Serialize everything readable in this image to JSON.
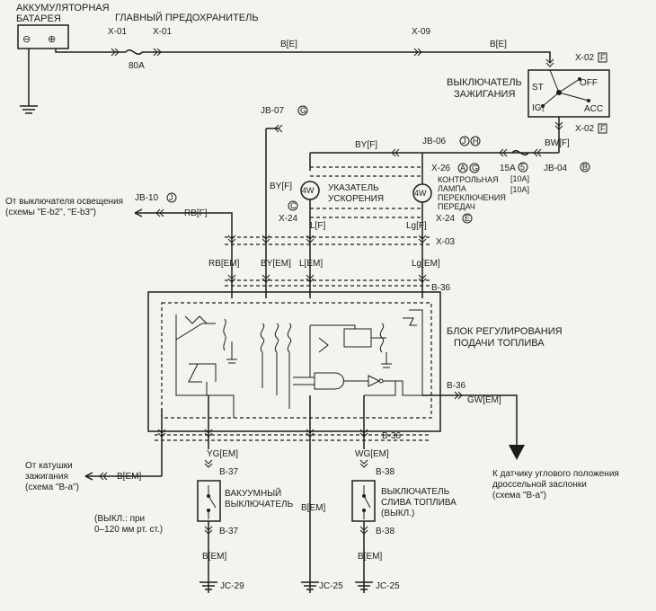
{
  "battery": {
    "label_line1": "АККУМУЛЯТОРНАЯ",
    "label_line2": "БАТАРЕЯ",
    "minus": "⊖",
    "plus": "⊕"
  },
  "main_fuse": {
    "label": "ГЛАВНЫЙ ПРЕДОХРАНИТЕЛЬ",
    "conn_left": "X-01",
    "conn_right": "X-01",
    "rating": "80A"
  },
  "wires": {
    "be_main": "B[E]",
    "be_right": "B[E]",
    "bw_f": "BW[F]",
    "by_f_top": "BY[F]",
    "by_f_vert": "BY[F]",
    "rb_f": "RB[F]",
    "l_f": "L[F]",
    "lg_f": "Lg[F]",
    "rb_em": "RB[EM]",
    "by_em": "BY[EM]",
    "l_em": "L[EM]",
    "lg_em": "Lg[EM]",
    "gw_em": "GW[EM]",
    "b_em_left": "B[EM]",
    "yg_em": "YG[EM]",
    "wg_em": "WG[EM]",
    "b_em_center": "B[EM]",
    "b_em_vac": "B[EM]",
    "b_em_drain": "B[EM]"
  },
  "connectors": {
    "x09": "X-09",
    "x02_top": "X-02",
    "x02_top_tag": "F",
    "x02_bot": "X-02",
    "x02_bot_tag": "F",
    "jb07": "JB-07",
    "jb07_tag": "G",
    "jb06": "JB-06",
    "jb06_tag1": "J",
    "jb06_tag2": "H",
    "x26": "X-26",
    "x26_tag1": "A",
    "x26_tag2": "G",
    "jb04": "JB-04",
    "jb04_tag": "B",
    "jb10": "JB-10",
    "jb10_tag": "J",
    "x24_left": "X-24",
    "x24_left_tag": "C",
    "x24_right": "X-24",
    "x24_right_tag": "E",
    "x03": "X-03",
    "b36_top": "B-36",
    "b36_mid": "B-36",
    "b36_bot": "B-36",
    "b37_top": "B-37",
    "b37_bot": "B-37",
    "b38_top": "B-38",
    "b38_bot": "B-38",
    "jc29": "JC-29",
    "jc25_mid": "JC-25",
    "jc25_right": "JC-25"
  },
  "ignition_switch": {
    "label_line1": "ВЫКЛЮЧАТЕЛЬ",
    "label_line2": "ЗАЖИГАНИЯ",
    "st": "ST",
    "off": "OFF",
    "ig": "IG₁",
    "acc": "ACC"
  },
  "fuse_15a": {
    "rating": "15A",
    "tag": "5",
    "amp": "[10A]"
  },
  "boost_indicator": {
    "label_line1": "УКАЗАТЕЛЬ",
    "label_line2": "УСКОРЕНИЯ",
    "watt": "4W"
  },
  "shift_lamp": {
    "label_line1": "КОНТРОЛЬНАЯ",
    "label_line2": "ЛАМПА",
    "label_line3": "ПЕРЕКЛЮЧЕНИЯ",
    "label_line4": "ПЕРЕДАЧ",
    "watt": "4W",
    "amp": "[10A]"
  },
  "headlight_ref": {
    "line1": "От выключателя освещения",
    "line2": "(схемы \"E-b2\", \"E-b3\")"
  },
  "fuel_block": {
    "label_line1": "БЛОК РЕГУЛИРОВАНИЯ",
    "label_line2": "ПОДАЧИ ТОПЛИВА"
  },
  "ignition_coil_ref": {
    "line1": "От катушки",
    "line2": "зажигания",
    "line3": "(схема \"В-а\")"
  },
  "vacuum_switch": {
    "label_line1": "ВАКУУМНЫЙ",
    "label_line2": "ВЫКЛЮЧАТЕЛЬ",
    "note_line1": "(ВЫКЛ.: при",
    "note_line2": "0–120 мм рт. ст.)"
  },
  "drain_switch": {
    "label_line1": "ВЫКЛЮЧАТЕЛЬ",
    "label_line2": "СЛИВА ТОПЛИВА",
    "label_line3": "(ВЫКЛ.)"
  },
  "throttle_ref": {
    "line1": "К датчику углового положения",
    "line2": "дроссельной заслонки",
    "line3": "(схема \"В-а\")"
  }
}
